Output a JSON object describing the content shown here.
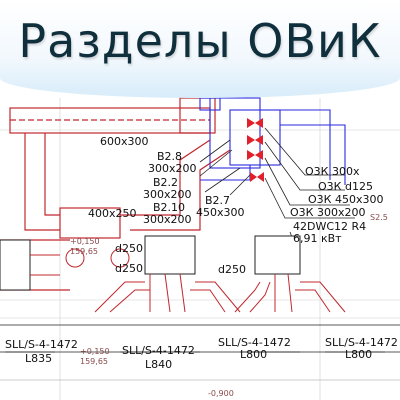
{
  "title": "Разделы ОВиК",
  "colors": {
    "duct": "#c0282e",
    "supply": "#2a2ae0",
    "line": "#222222",
    "fire": "#e0202a",
    "banner_bg": "#d7ecfa",
    "title_text": "#102f3c"
  },
  "labels": {
    "duct_600x300": "600x300",
    "b28": "B2.8",
    "d300x200a": "300x200",
    "b22": "B2.2",
    "d300x200b": "300x200",
    "b210": "B2.10",
    "d300x200c": "300x200",
    "b27": "B2.7",
    "d450x300": "450x300",
    "d400x250": "400x250",
    "o3k300": "О3К 300х",
    "o3kd125": "О3К d125",
    "o3k450": "О3К 450x300",
    "o3k300b": "О3К 300x200",
    "d250a": "d250",
    "d250b": "d250",
    "d250c": "d250",
    "unit": "42DWC12 R4",
    "power": "6,91 кВт",
    "sll1": "SLL/S-4-1472",
    "l835": "L835",
    "sll2": "SLL/S-4-1472",
    "l840": "L840",
    "sll3": "SLL/S-4-1472",
    "l800a": "L800",
    "sll4": "SLL/S-4-1472",
    "l800b": "L800",
    "elev1": "+0,150",
    "elev2": "159,65",
    "elev3": "+0,150",
    "elev4": "159,65",
    "elev5": "-0,900",
    "s25": "S2.5"
  }
}
